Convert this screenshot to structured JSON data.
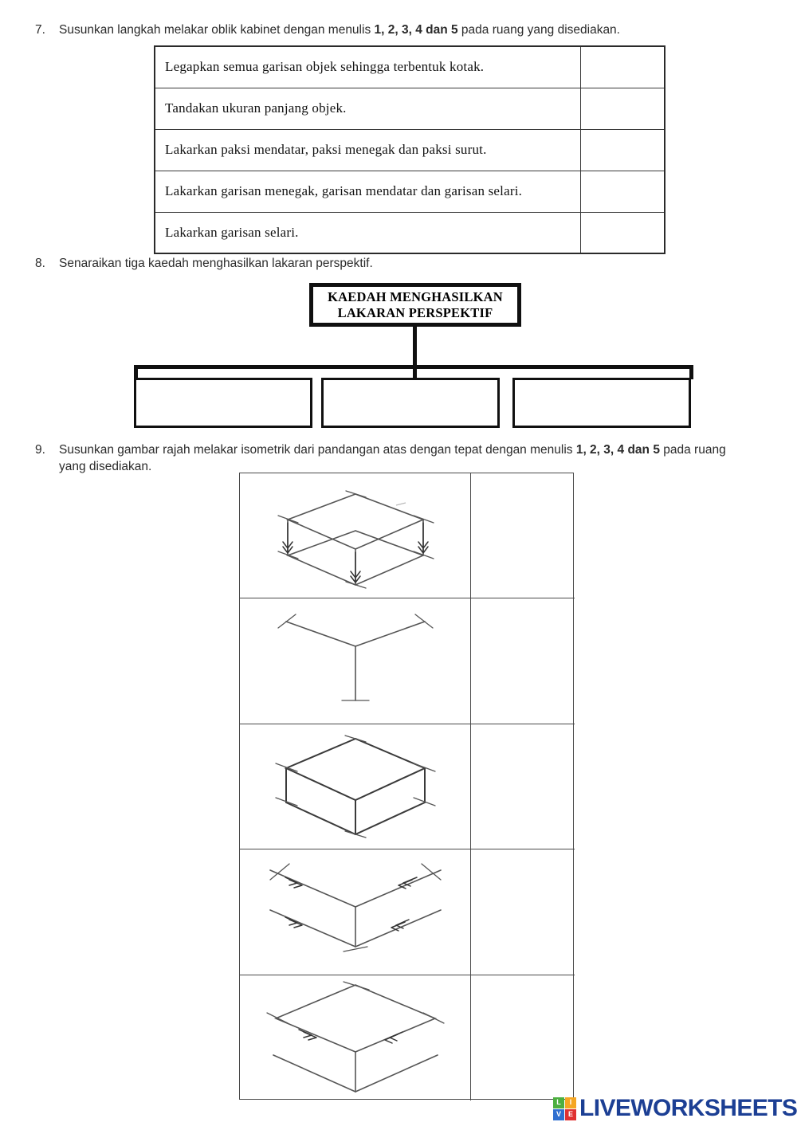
{
  "questions": {
    "q7": {
      "number": "7.",
      "text_before": "Susunkan langkah melakar oblik kabinet dengan menulis ",
      "text_bold": "1, 2, 3, 4 dan 5",
      "text_after": " pada ruang yang disediakan.",
      "steps": [
        "Legapkan semua garisan objek sehingga terbentuk kotak.",
        "Tandakan ukuran panjang objek.",
        "Lakarkan paksi mendatar, paksi menegak dan paksi surut.",
        "Lakarkan garisan menegak, garisan mendatar dan garisan selari.",
        "Lakarkan garisan selari."
      ],
      "answers": [
        "",
        "",
        "",
        "",
        ""
      ]
    },
    "q8": {
      "number": "8.",
      "text": "Senaraikan tiga kaedah menghasilkan lakaran perspektif.",
      "flowchart": {
        "header_line1": "KAEDAH MENGHASILKAN",
        "header_line2": "LAKARAN PERSPEKTIF",
        "answer_boxes": [
          "",
          "",
          ""
        ]
      }
    },
    "q9": {
      "number": "9.",
      "text_before": "Susunkan gambar rajah melakar isometrik dari pandangan atas dengan tepat dengan menulis ",
      "text_bold1": "1, 2, 3, 4",
      "text_bold2": "dan 5",
      "text_after": " pada ruang yang disediakan.",
      "rows": [
        {
          "drawing": "isometric-box-with-down-arrows",
          "answer": ""
        },
        {
          "drawing": "isometric-axes-y-shape",
          "answer": ""
        },
        {
          "drawing": "isometric-box-completed",
          "answer": ""
        },
        {
          "drawing": "isometric-axes-with-parallel-lines-arrows",
          "answer": ""
        },
        {
          "drawing": "isometric-top-face-diamond",
          "answer": ""
        }
      ]
    }
  },
  "footer": {
    "logo_tiles": [
      {
        "letter": "L",
        "color": "#4caf3f"
      },
      {
        "letter": "I",
        "color": "#f5a623"
      },
      {
        "letter": "V",
        "color": "#2f6fd0"
      },
      {
        "letter": "E",
        "color": "#e03131"
      }
    ],
    "wordmark": "LIVEWORKSHEETS",
    "wordmark_color": "#1c3f94"
  }
}
